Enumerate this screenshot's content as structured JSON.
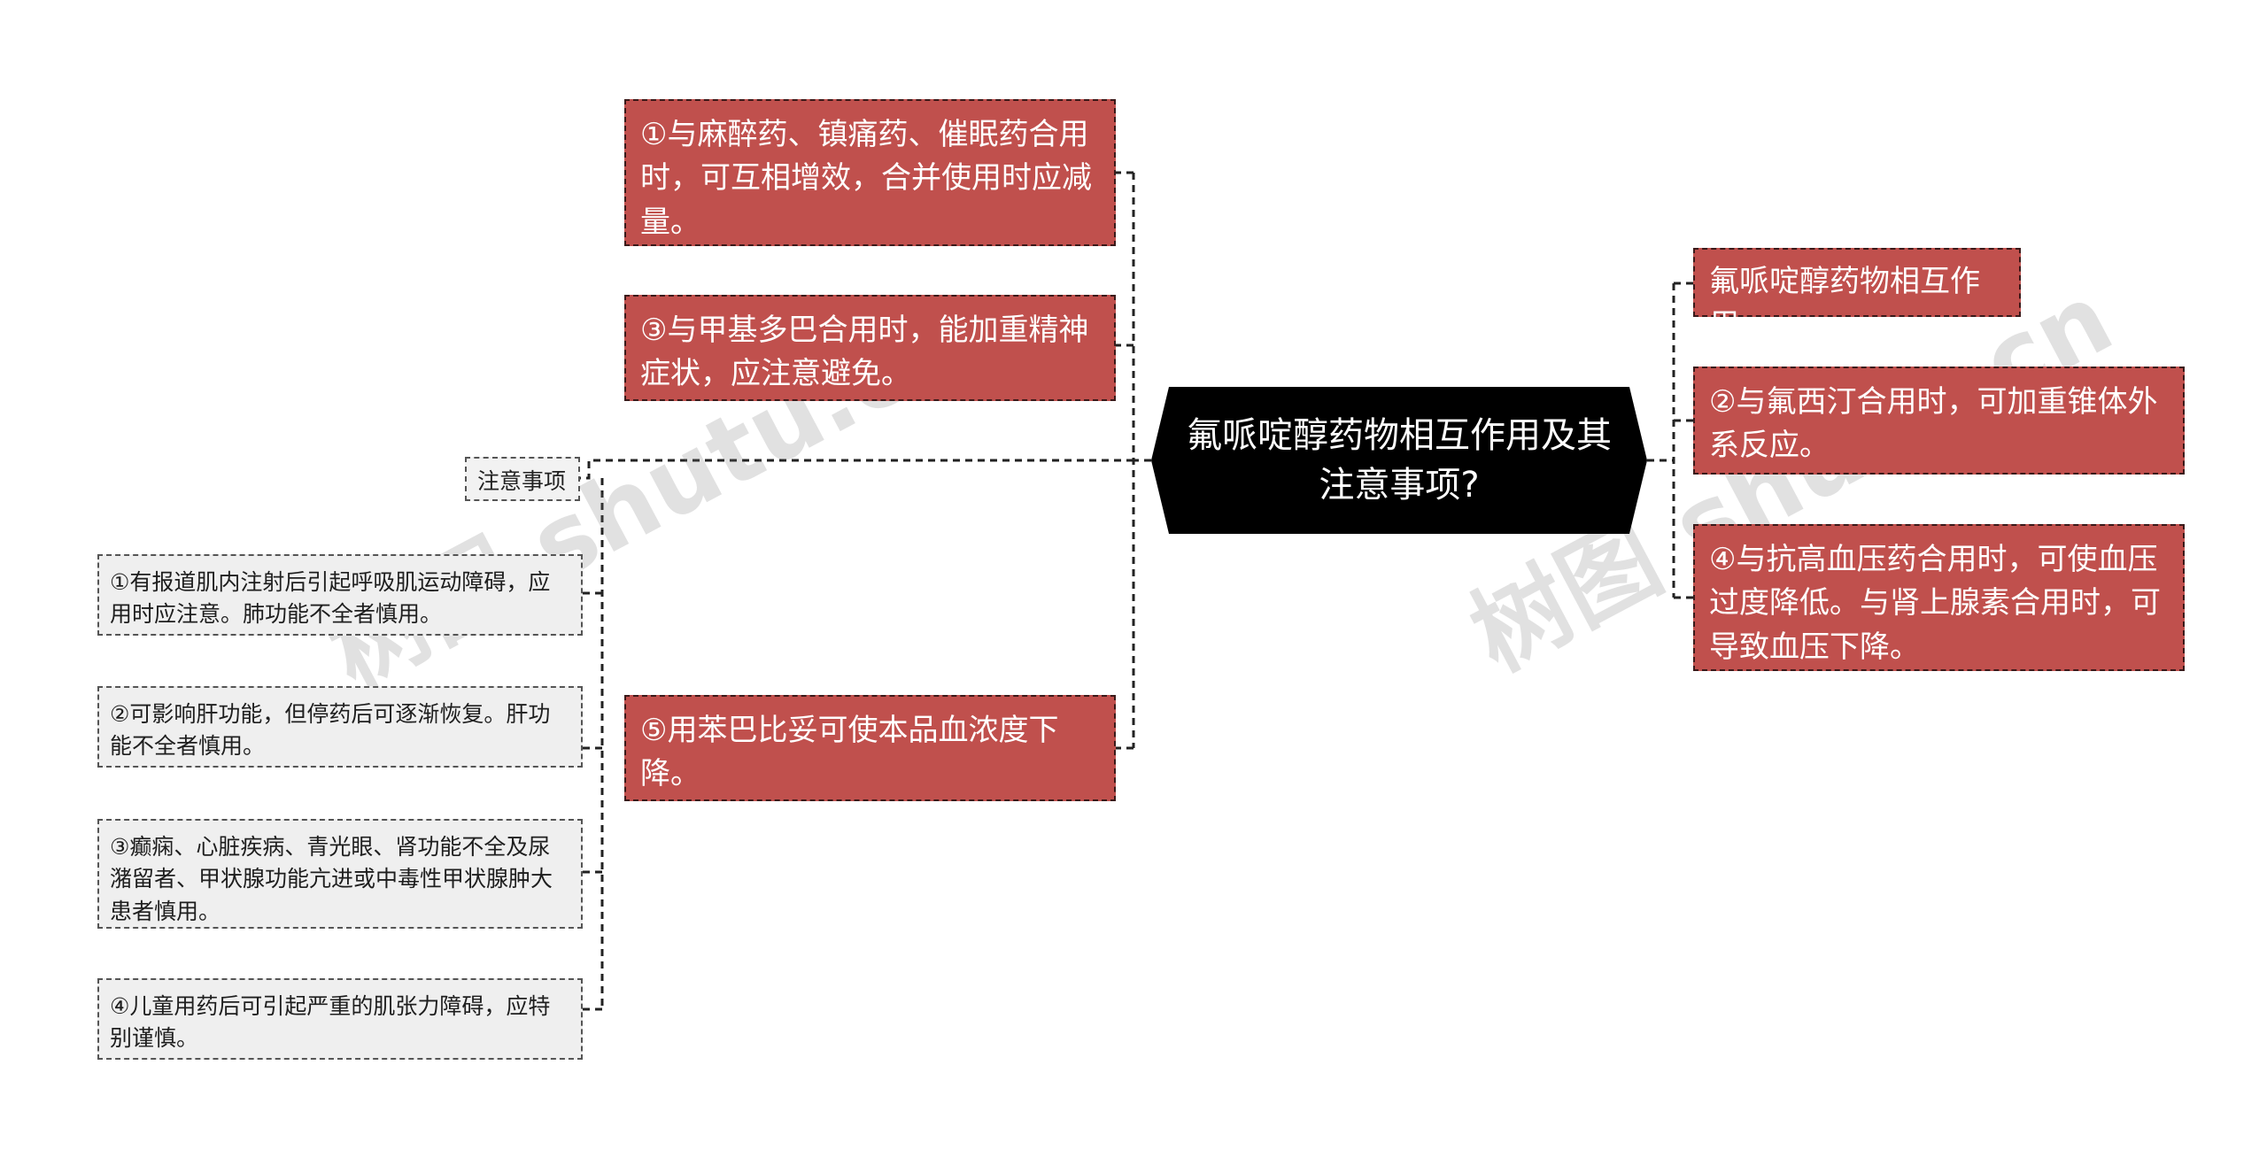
{
  "center": {
    "title": "氟哌啶醇药物相互作用及其注意事项?"
  },
  "left_nodes": {
    "n1": "①与麻醉药、镇痛药、催眠药合用时，可互相增效，合并使用时应减量。",
    "n3": "③与甲基多巴合用时，能加重精神症状，应注意避免。",
    "n5": "⑤用苯巴比妥可使本品血浓度下降。"
  },
  "notes": {
    "label": "注意事项",
    "items": [
      "①有报道肌内注射后引起呼吸肌运动障碍，应用时应注意。肺功能不全者慎用。",
      "②可影响肝功能，但停药后可逐渐恢复。肝功能不全者慎用。",
      "③癫痫、心脏疾病、青光眼、肾功能不全及尿潴留者、甲状腺功能亢进或中毒性甲状腺肿大患者慎用。",
      "④儿童用药后可引起严重的肌张力障碍，应特别谨慎。"
    ]
  },
  "right_nodes": {
    "r0": "氟哌啶醇药物相互作用",
    "r2": "②与氟西汀合用时，可加重锥体外系反应。",
    "r4": "④与抗高血压药合用时，可使血压过度降低。与肾上腺素合用时，可导致血压下降。"
  },
  "watermarks": [
    "树图 shutu.cn",
    "树图 shutu.cn"
  ],
  "colors": {
    "red_node": "#c0504d",
    "center_bg": "#000000",
    "gray_node": "#efefef",
    "connector": "#222222"
  }
}
